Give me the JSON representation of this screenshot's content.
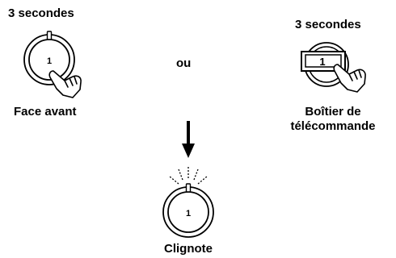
{
  "left": {
    "caption_top": "3 secondes",
    "knob_number": "1",
    "caption_bottom": "Face avant"
  },
  "middle": {
    "separator": "ou"
  },
  "right": {
    "caption_top": "3 secondes",
    "button_number": "1",
    "caption_bottom_line1": "Boîtier de",
    "caption_bottom_line2": "télécommande"
  },
  "bottom": {
    "knob_number": "1",
    "caption": "Clignote"
  },
  "icons": {
    "hand": "pointing-hand-icon",
    "arrow": "arrow-down-icon",
    "blink": "blink-rays-icon"
  }
}
